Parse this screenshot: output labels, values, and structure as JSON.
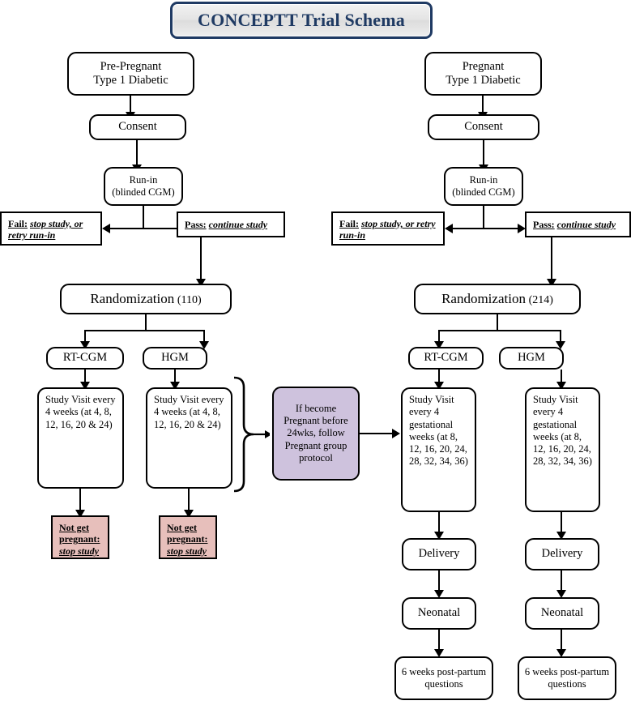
{
  "title": "CONCEPTT Trial Schema",
  "colors": {
    "title_border": "#1f3a63",
    "title_text": "#1f3a63",
    "title_fill": "#e8e8e8",
    "pink_box": "#e7bfbb",
    "purple_box": "#cec2dd",
    "node_border": "#000000"
  },
  "left_arm": {
    "start": {
      "line1": "Pre-Pregnant",
      "line2": "Type 1 Diabetic"
    },
    "consent": "Consent",
    "runin": {
      "line1": "Run-in",
      "line2": "(blinded CGM)"
    },
    "fail": {
      "label": "Fail:",
      "detail": "stop study, or retry run-in"
    },
    "pass": {
      "label": "Pass:",
      "detail": "continue study"
    },
    "randomization": {
      "label": "Randomization",
      "count": "(110)"
    },
    "groups": [
      "RT-CGM",
      "HGM"
    ],
    "study_visit": "Study Visit every 4 weeks (at 4, 8, 12, 16, 20 & 24)",
    "stop": {
      "label": "Not get pregnant:",
      "detail": "stop study"
    }
  },
  "pregnancy_note": "If become Pregnant before 24wks, follow Pregnant group protocol",
  "right_arm": {
    "start": {
      "line1": "Pregnant",
      "line2": "Type 1 Diabetic"
    },
    "consent": "Consent",
    "runin": {
      "line1": "Run-in",
      "line2": "(blinded CGM)"
    },
    "fail": {
      "label": "Fail:",
      "detail": "stop study, or retry run-in"
    },
    "pass": {
      "label": "Pass:",
      "detail": "continue study"
    },
    "randomization": {
      "label": "Randomization",
      "count": "(214)"
    },
    "groups": [
      "RT-CGM",
      "HGM"
    ],
    "study_visit": "Study Visit every 4 gestational weeks (at 8, 12, 16, 20, 24, 28, 32, 34, 36)",
    "delivery": "Delivery",
    "neonatal": "Neonatal",
    "postpartum": "6 weeks post-partum questions"
  }
}
